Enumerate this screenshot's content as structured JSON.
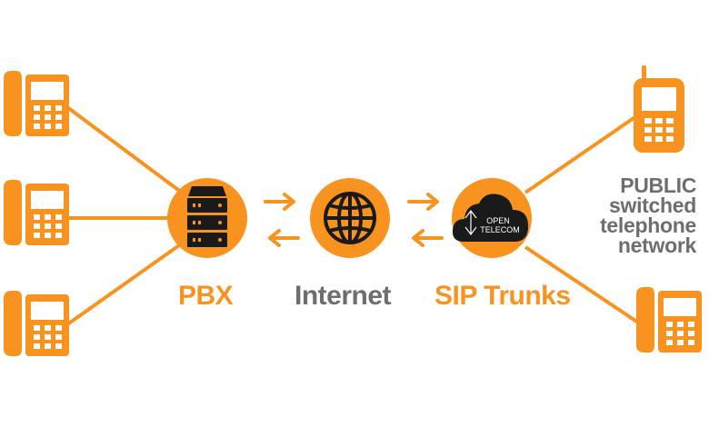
{
  "nodes": {
    "pbx": {
      "label": "PBX"
    },
    "internet": {
      "label": "Internet"
    },
    "sip": {
      "label": "SIP Trunks"
    },
    "cloud_logo": {
      "line1": "OPEN",
      "line2": "TELECOM"
    }
  },
  "pstn": {
    "lines": [
      "PUBLIC",
      "switched",
      "telephone",
      "network"
    ]
  },
  "colors": {
    "accent": "#f7931e",
    "dark": "#1a1a1a",
    "gray": "#6d6e70"
  },
  "icons": {
    "desk_phone": "desk-phone-icon",
    "mobile_phone": "mobile-phone-icon",
    "server": "server-icon",
    "globe": "globe-icon",
    "cloud": "cloud-icon"
  }
}
